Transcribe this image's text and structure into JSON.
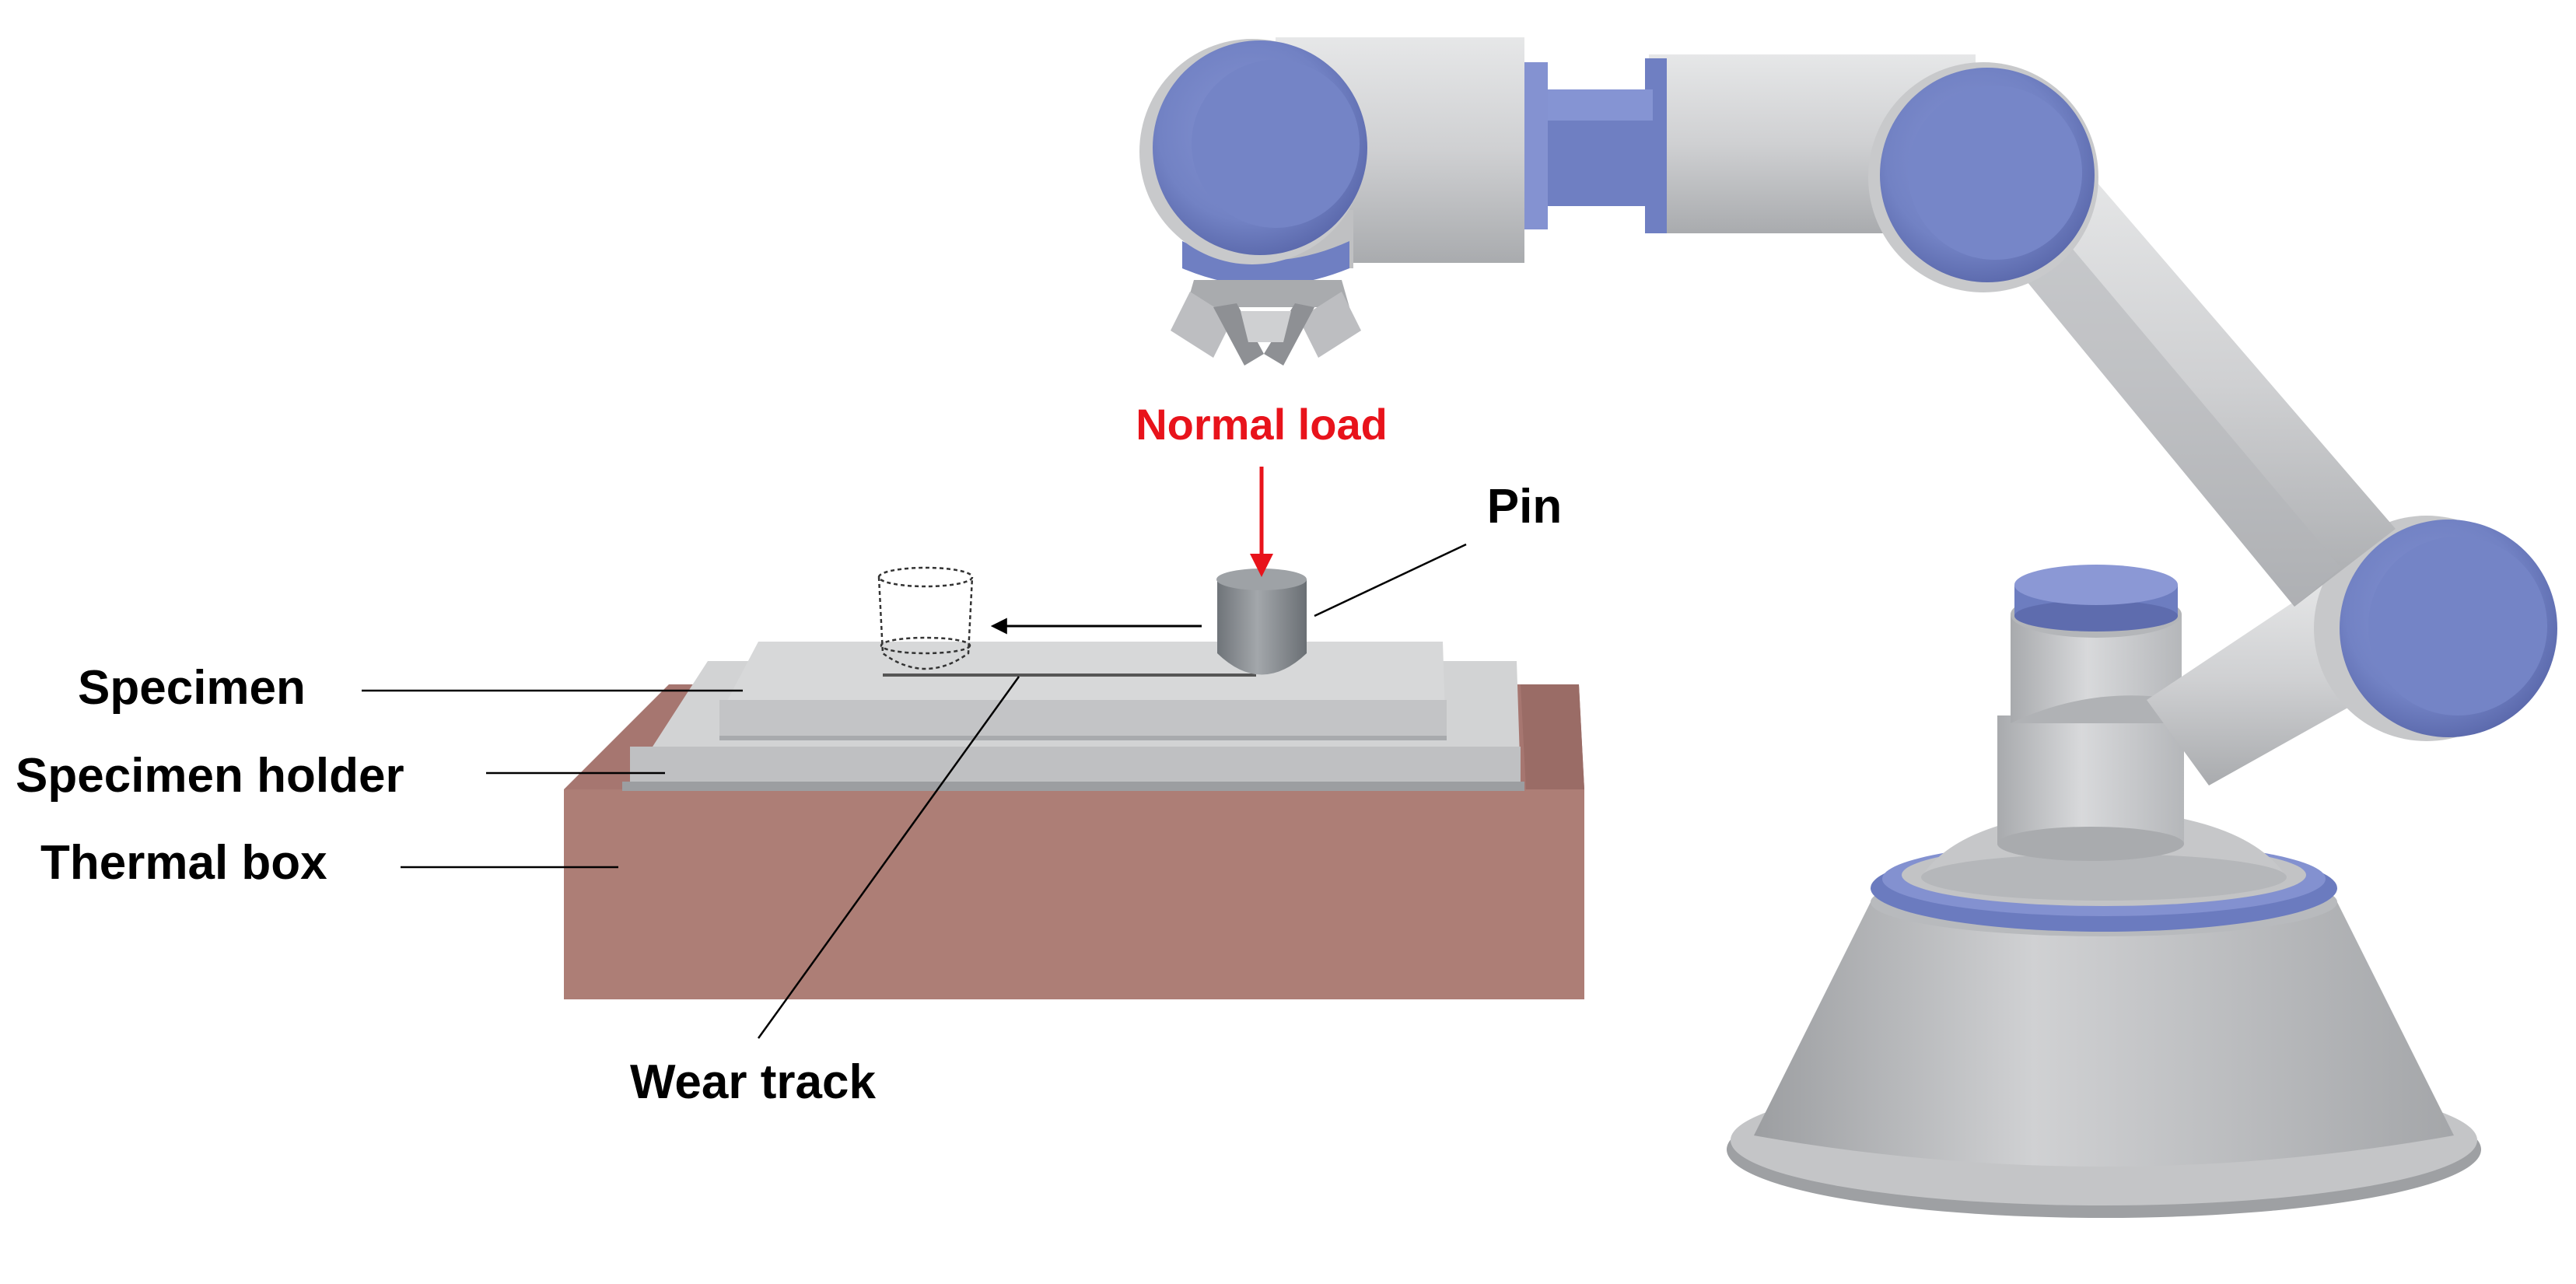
{
  "labels": {
    "normal_load": "Normal load",
    "pin": "Pin",
    "specimen": "Specimen",
    "specimen_holder": "Specimen holder",
    "thermal_box": "Thermal box",
    "wear_track": "Wear track"
  },
  "colors": {
    "normal_load": "#e8131b",
    "label_text": "#000000",
    "robot_gray": "#c9cacc",
    "robot_blue": "#7181c4",
    "thermal_box": "#ad7e76",
    "specimen": "#cfd0d1",
    "pin": "#8d9296"
  }
}
